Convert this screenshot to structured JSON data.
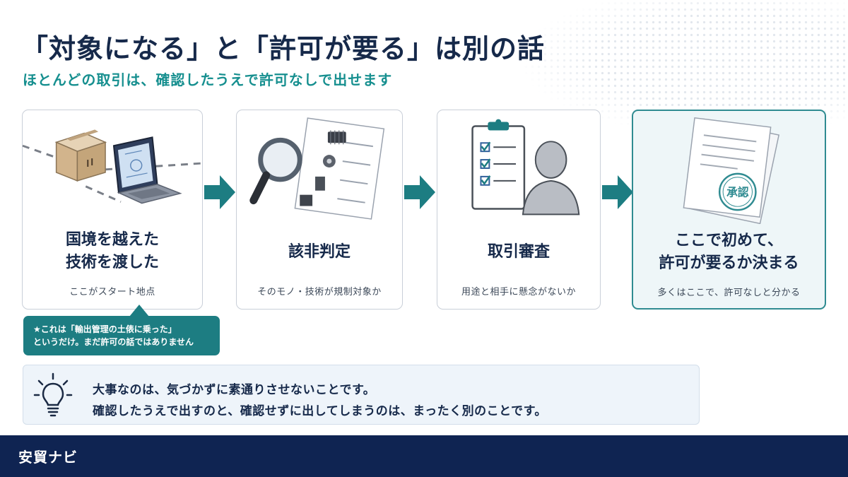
{
  "title": "「対象になる」と「許可が要る」は別の話",
  "subtitle": "ほとんどの取引は、確認したうえで許可なしで出せます",
  "steps": [
    {
      "title_lines": [
        "国境を越えた",
        "技術を渡した"
      ],
      "caption": "ここがスタート地点"
    },
    {
      "title_lines": [
        "該非判定"
      ],
      "caption": "そのモノ・技術が規制対象か"
    },
    {
      "title_lines": [
        "取引審査"
      ],
      "caption": "用途と相手に懸念がないか"
    },
    {
      "title_lines": [
        "ここで初めて、",
        "許可が要るか決まる"
      ],
      "caption": "多くはここで、許可なしと分かる",
      "stamp_text": "承認"
    }
  ],
  "note_lines": [
    "★これは「輸出管理の土俵に乗った」",
    "というだけ。まだ許可の話ではありません"
  ],
  "tip_lines": [
    "大事なのは、気づかずに素通りさせないことです。",
    "確認したうえで出すのと、確認せずに出してしまうのは、まったく別のことです。"
  ],
  "footer_brand": "安貿ナビ",
  "icons": [
    "box-icon",
    "laptop-icon",
    "magnifier-icon",
    "chip-icon",
    "checklist-clipboard-icon",
    "person-silhouette-icon",
    "approved-document-icon",
    "arrow-right-icon",
    "lightbulb-icon"
  ],
  "colors": {
    "navy": "#0f2452",
    "teal": "#1d7d82",
    "title": "#16294a",
    "accent_text": "#168f8f"
  }
}
